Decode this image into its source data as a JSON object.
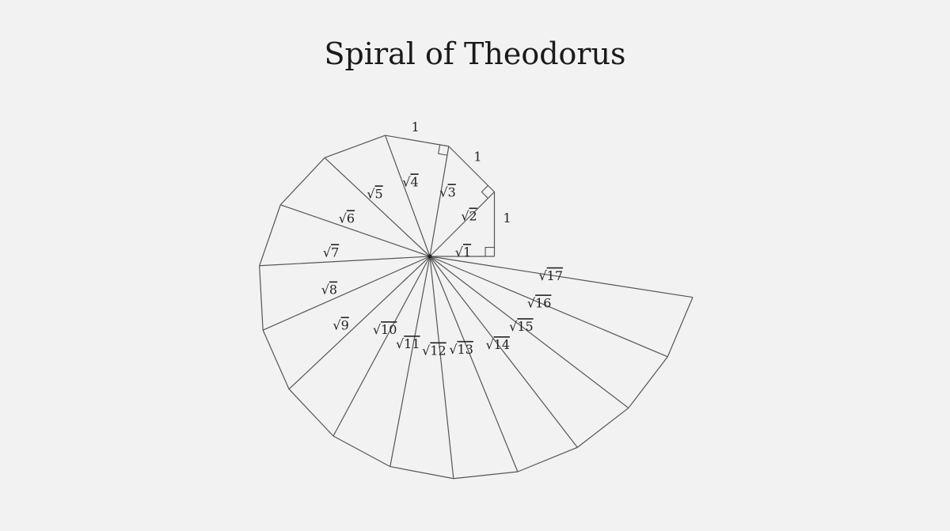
{
  "title": "Spiral of Theodorus",
  "diagram": {
    "triangle_count": 16,
    "leg_length": 1,
    "radical_symbol": "√",
    "hypotenuse_labels": [
      "1",
      "2",
      "3",
      "4",
      "5",
      "6",
      "7",
      "8",
      "9",
      "10",
      "11",
      "12",
      "13",
      "14",
      "15",
      "16",
      "17"
    ],
    "side_labels": [
      "1",
      "1",
      "1"
    ],
    "colors": {
      "background": "#f2f2f2",
      "stroke": "#555555",
      "text": "#222222"
    }
  }
}
